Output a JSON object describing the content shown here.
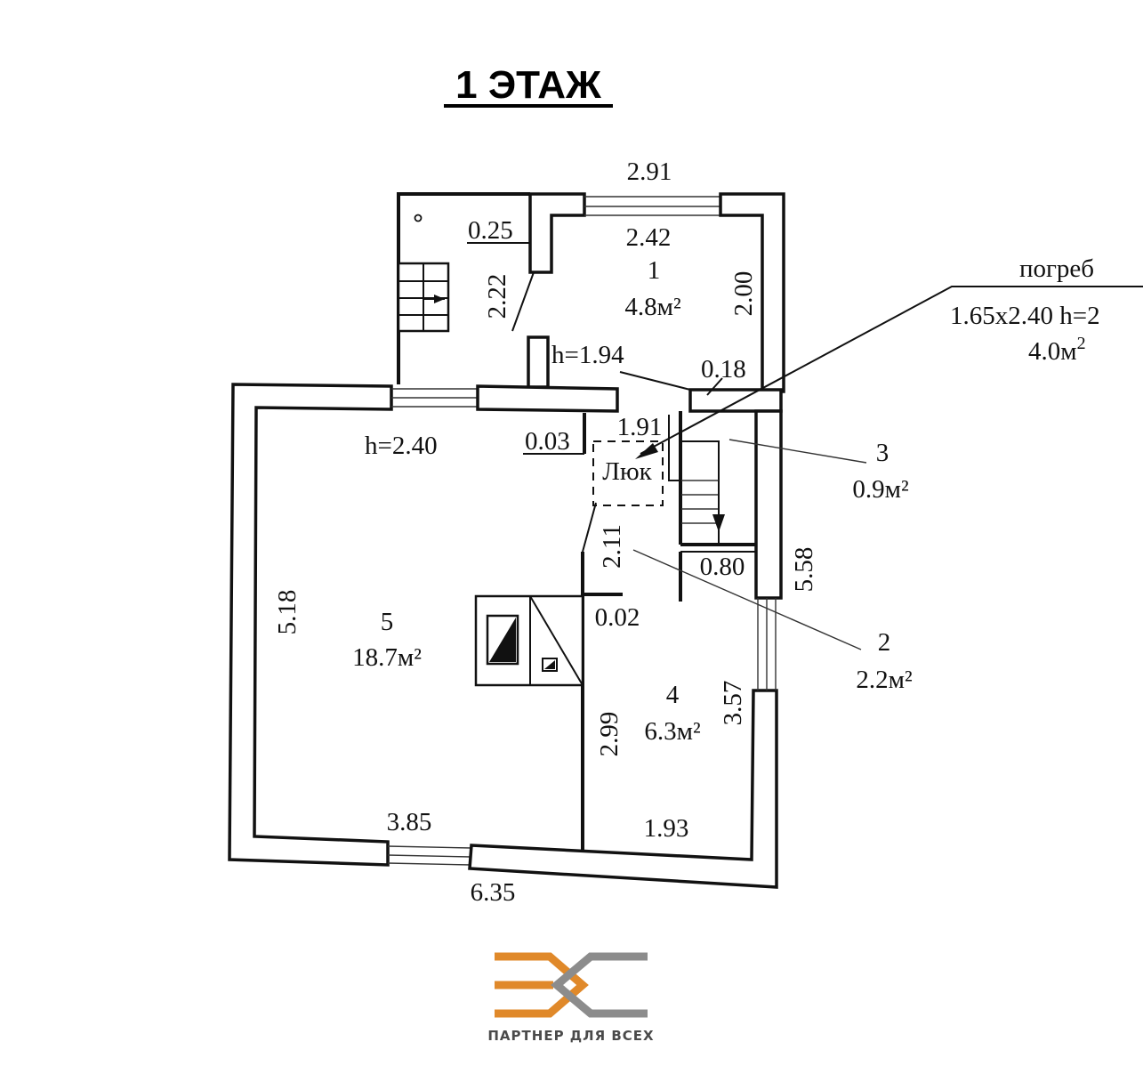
{
  "title": "1 ЭТАЖ",
  "rooms": [
    {
      "number": "1",
      "area": "4.8м²"
    },
    {
      "number": "5",
      "area": "18.7м²"
    },
    {
      "number": "4",
      "area": "6.3м²"
    },
    {
      "number": "3",
      "area": "0.9м²"
    },
    {
      "number": "2",
      "area": "2.2м²"
    }
  ],
  "cellar": {
    "name": "погреб",
    "size": "1.65x2.40 h=2",
    "area": "4.0м",
    "area_sup": "2"
  },
  "hatch_label": "Люк",
  "dimensions": {
    "top_outer": "2.91",
    "room1_width": "2.42",
    "wall_025": "0.25",
    "room1_left": "2.22",
    "room1_right": "2.00",
    "h_194": "h=1.94",
    "wall_018": "0.18",
    "h_240": "h=2.40",
    "wall_003": "0.03",
    "width_191": "1.91",
    "height_211": "2.11",
    "width_080": "0.80",
    "outer_558": "5.58",
    "wall_002": "0.02",
    "room5_height": "5.18",
    "room4_left": "2.99",
    "room4_right": "3.57",
    "room5_width": "3.85",
    "room4_width": "1.93",
    "bottom_outer": "6.35"
  },
  "logo": {
    "slogan": "ПАРТНЕР ДЛЯ ВСЕХ",
    "colors": {
      "orange": "#e0892a",
      "gray": "#8c8c8c"
    }
  }
}
